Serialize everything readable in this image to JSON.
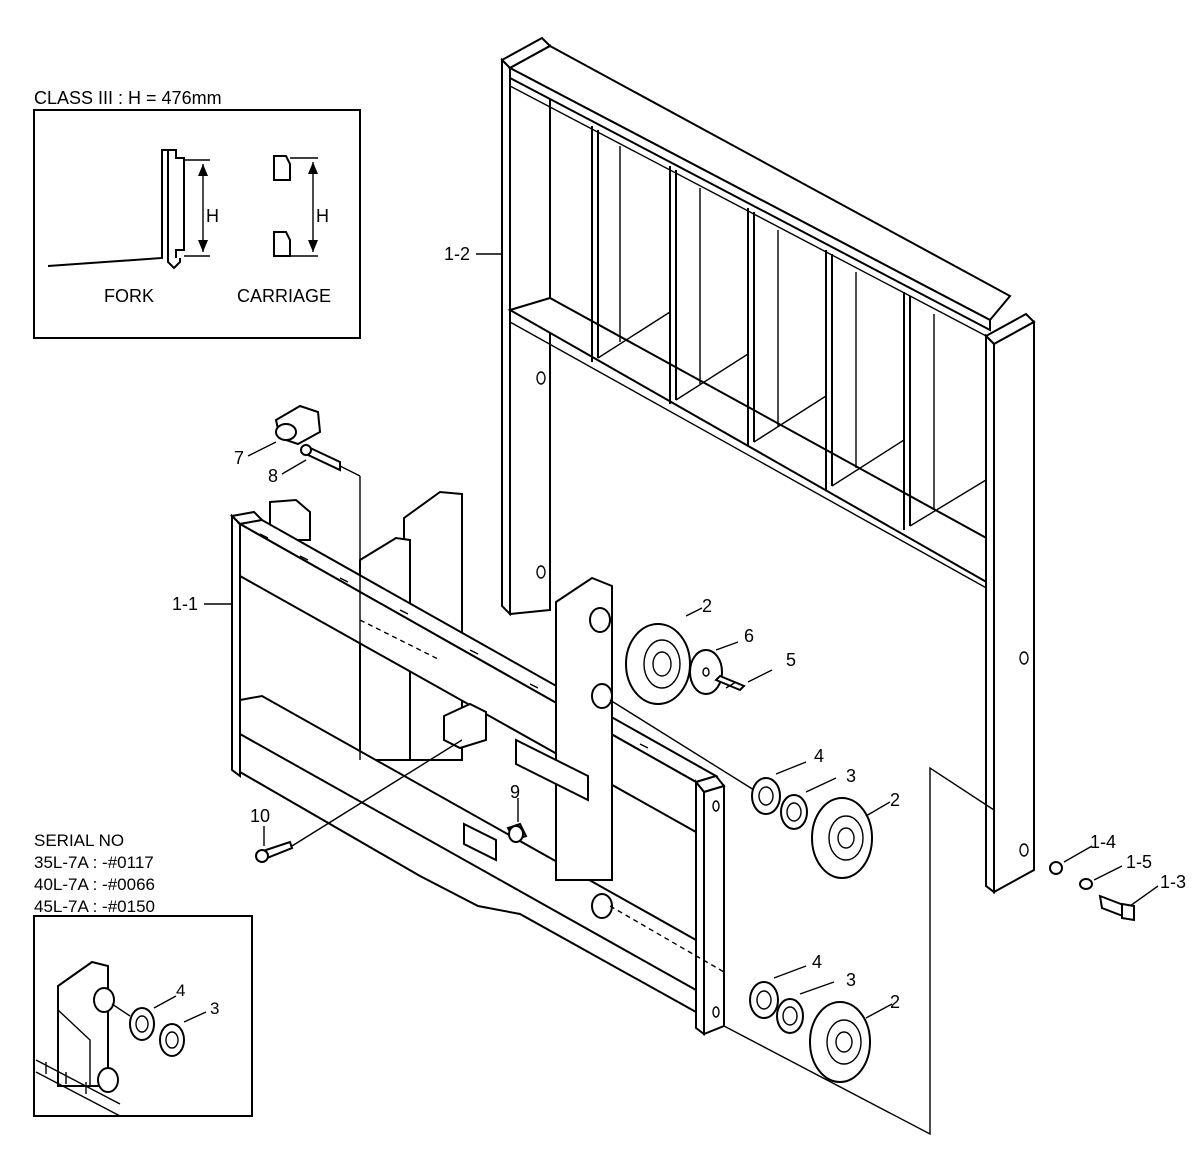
{
  "class_box": {
    "title": "CLASS III : H = 476mm",
    "fork_label": "FORK",
    "carriage_label": "CARRIAGE",
    "dim_label_fork": "H",
    "dim_label_carriage": "H"
  },
  "serial_box": {
    "title": "SERIAL NO",
    "lines": [
      "35L-7A : -#0117",
      "40L-7A : -#0066",
      "45L-7A : -#0150"
    ],
    "callouts": [
      "4",
      "3"
    ]
  },
  "callouts": {
    "p1_1": "1-1",
    "p1_2": "1-2",
    "p1_3": "1-3",
    "p1_4": "1-4",
    "p1_5": "1-5",
    "p2a": "2",
    "p2b": "2",
    "p2c": "2",
    "p3a": "3",
    "p3b": "3",
    "p4a": "4",
    "p4b": "4",
    "p5": "5",
    "p6": "6",
    "p7": "7",
    "p8": "8",
    "p9": "9",
    "p10": "10"
  }
}
